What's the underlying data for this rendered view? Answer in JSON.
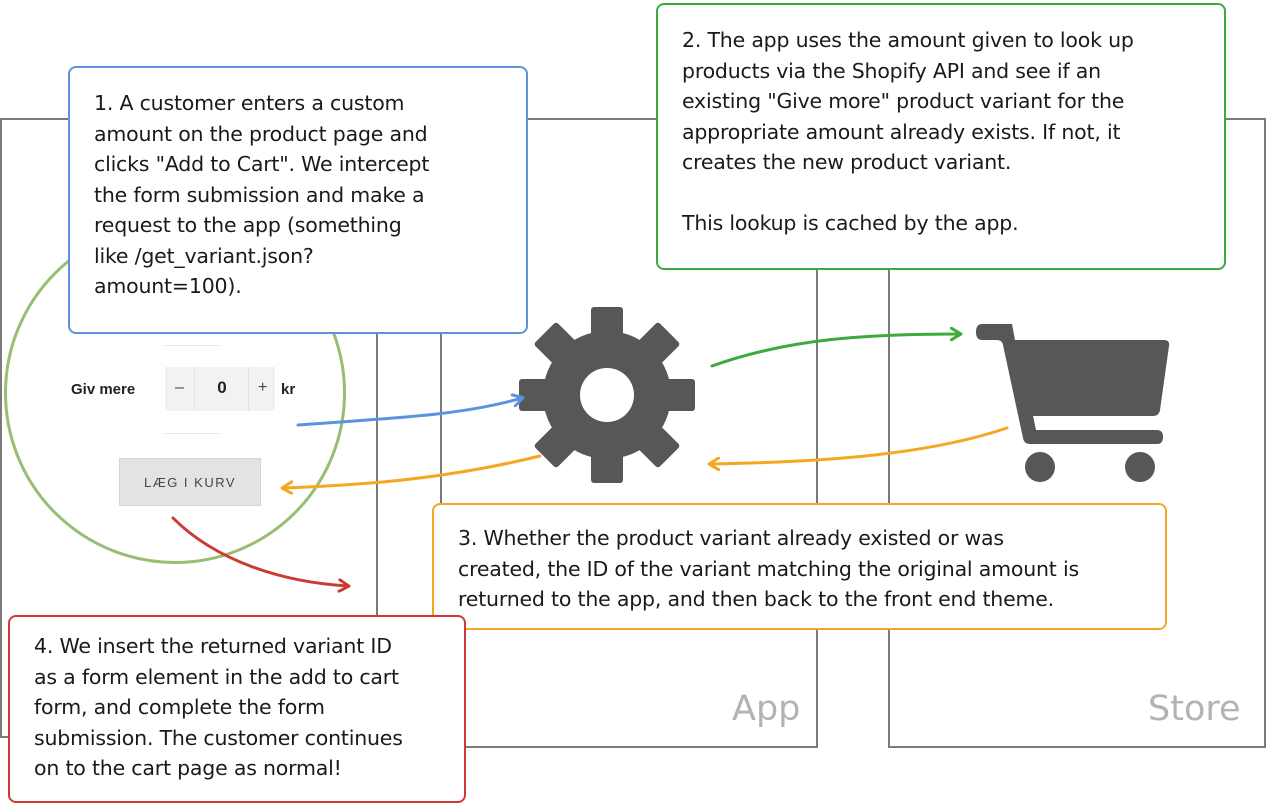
{
  "panels": {
    "app_label": "App",
    "store_label": "Store"
  },
  "callouts": {
    "step1": "1. A customer enters a custom\namount on the product page and\nclicks \"Add to Cart\". We intercept\nthe form submission and make a\nrequest to the app (something\nlike /get_variant.json?\namount=100).",
    "step2": "2. The app uses the amount given to look up\nproducts via the Shopify API and see if an\nexisting \"Give more\" product variant for the\nappropriate amount already exists. If not, it\ncreates the new product variant.\n\nThis lookup is cached by the app.",
    "step3": "3. Whether the product variant already existed or was\ncreated, the ID of the variant matching the original amount is\nreturned to the app, and then back to the front end theme.",
    "step4": "4. We insert the returned variant ID\nas a form element in the add to cart\nform, and complete the form\nsubmission. The customer continues\non to the cart page as normal!"
  },
  "widget": {
    "label": "Giv mere",
    "minus": "–",
    "value": "0",
    "plus": "+",
    "currency": "kr",
    "add_to_cart": "LÆG I KURV"
  },
  "icons": {
    "app": "gear-icon",
    "store": "shopping-cart-icon"
  },
  "colors": {
    "step1": "#5b93de",
    "step2": "#3daa3d",
    "step3": "#f5a623",
    "step4": "#cc3b33",
    "lens": "#98bd73",
    "icon": "#575757"
  }
}
